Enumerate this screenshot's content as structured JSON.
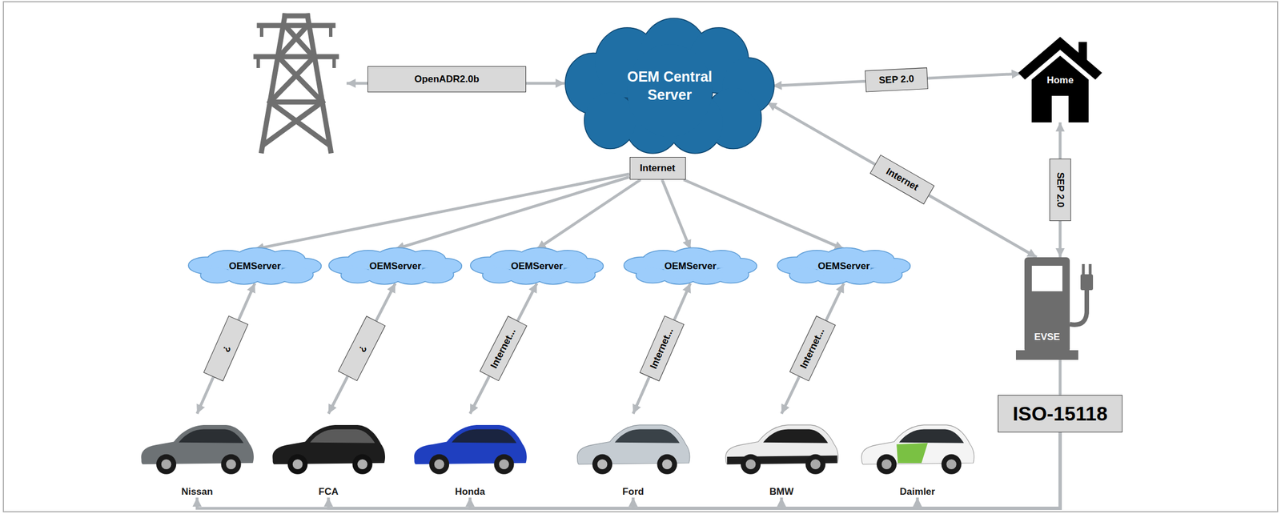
{
  "diagram": {
    "nodes": [
      {
        "text": [
          "OEM Central Server"
        ]
      },
      {
        "text": [
          "Home"
        ]
      },
      {
        "text": [
          "Internet"
        ]
      },
      {
        "text": [
          "OEMServer"
        ]
      },
      {
        "text": [
          "OEMServer"
        ]
      },
      {
        "text": [
          "OEMServer"
        ]
      },
      {
        "text": [
          "OEMServer"
        ]
      },
      {
        "text": [
          "OEMServer"
        ]
      },
      {
        "text": [
          "EVSE"
        ]
      },
      {
        "text": [
          "ISO-15118"
        ]
      },
      {
        "text": [
          "Nissan"
        ]
      },
      {
        "text": [
          "FCA"
        ]
      },
      {
        "text": [
          "Honda"
        ]
      },
      {
        "text": [
          "Ford"
        ]
      },
      {
        "text": [
          "BMW"
        ]
      },
      {
        "text": [
          "Daimler"
        ]
      }
    ],
    "edges": [
      {
        "from": 0,
        "to": 1,
        "label": "SEP 2.0",
        "arrow": "both"
      },
      {
        "from": 0,
        "to": 8,
        "label": "Internet",
        "arrow": "both"
      },
      {
        "from": 1,
        "to": 8,
        "label": "SEP 2.0",
        "arrow": "both"
      },
      {
        "from": 2,
        "to": 3,
        "arrow": "to"
      },
      {
        "from": 2,
        "to": 4,
        "arrow": "to"
      },
      {
        "from": 2,
        "to": 5,
        "arrow": "to"
      },
      {
        "from": 2,
        "to": 6,
        "arrow": "to"
      },
      {
        "from": 2,
        "to": 7,
        "arrow": "to"
      },
      {
        "from": 3,
        "to": 10,
        "label": "¿",
        "arrow": "both"
      },
      {
        "from": 4,
        "to": 11,
        "label": "¿",
        "arrow": "both"
      },
      {
        "from": 5,
        "to": 12,
        "label": "Internet...",
        "arrow": "both"
      },
      {
        "from": 6,
        "to": 13,
        "label": "Internet...",
        "arrow": "both"
      },
      {
        "from": 7,
        "to": 14,
        "label": "Internet...",
        "arrow": "both"
      },
      {
        "from": 8,
        "to": 9,
        "arrow": "none"
      },
      {
        "from": 9,
        "to": 10,
        "arrow": "to"
      },
      {
        "from": 9,
        "to": 11,
        "arrow": "to"
      },
      {
        "from": 9,
        "to": 12,
        "arrow": "to"
      },
      {
        "from": 9,
        "to": 13,
        "arrow": "to"
      },
      {
        "from": 9,
        "to": 14,
        "arrow": "to"
      },
      {
        "from": 9,
        "to": 15,
        "arrow": "to"
      }
    ],
    "labels": [
      "OpenADR2.0b"
    ]
  }
}
